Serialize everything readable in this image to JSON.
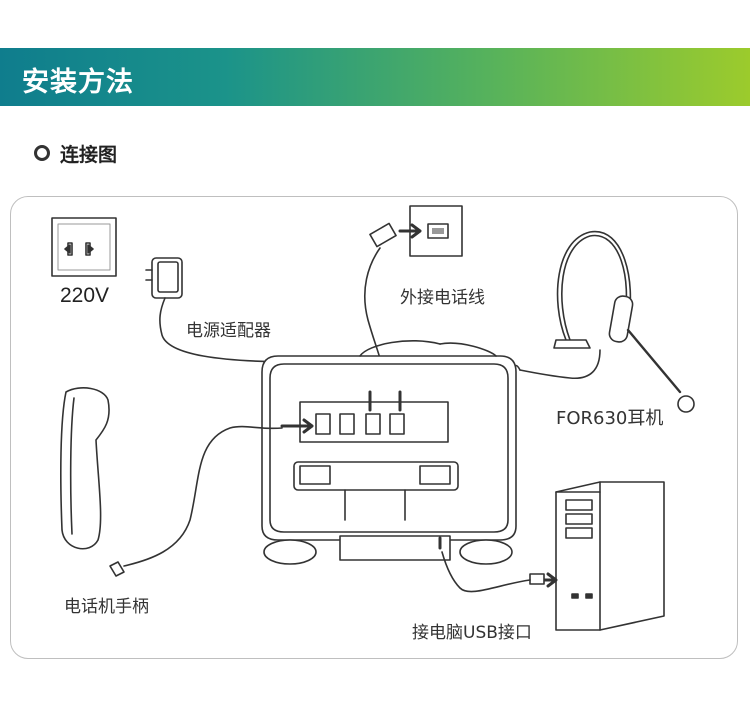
{
  "banner": {
    "title": "安装方法"
  },
  "section": {
    "title": "连接图"
  },
  "labels": {
    "voltage": "220V",
    "power_adapter": "电源适配器",
    "external_line": "外接电话线",
    "headset": "FOR630耳机",
    "handset": "电话机手柄",
    "usb": "接电脑USB接口"
  },
  "colors": {
    "banner_start": "#0f7d8d",
    "banner_end": "#9ccb2c"
  }
}
